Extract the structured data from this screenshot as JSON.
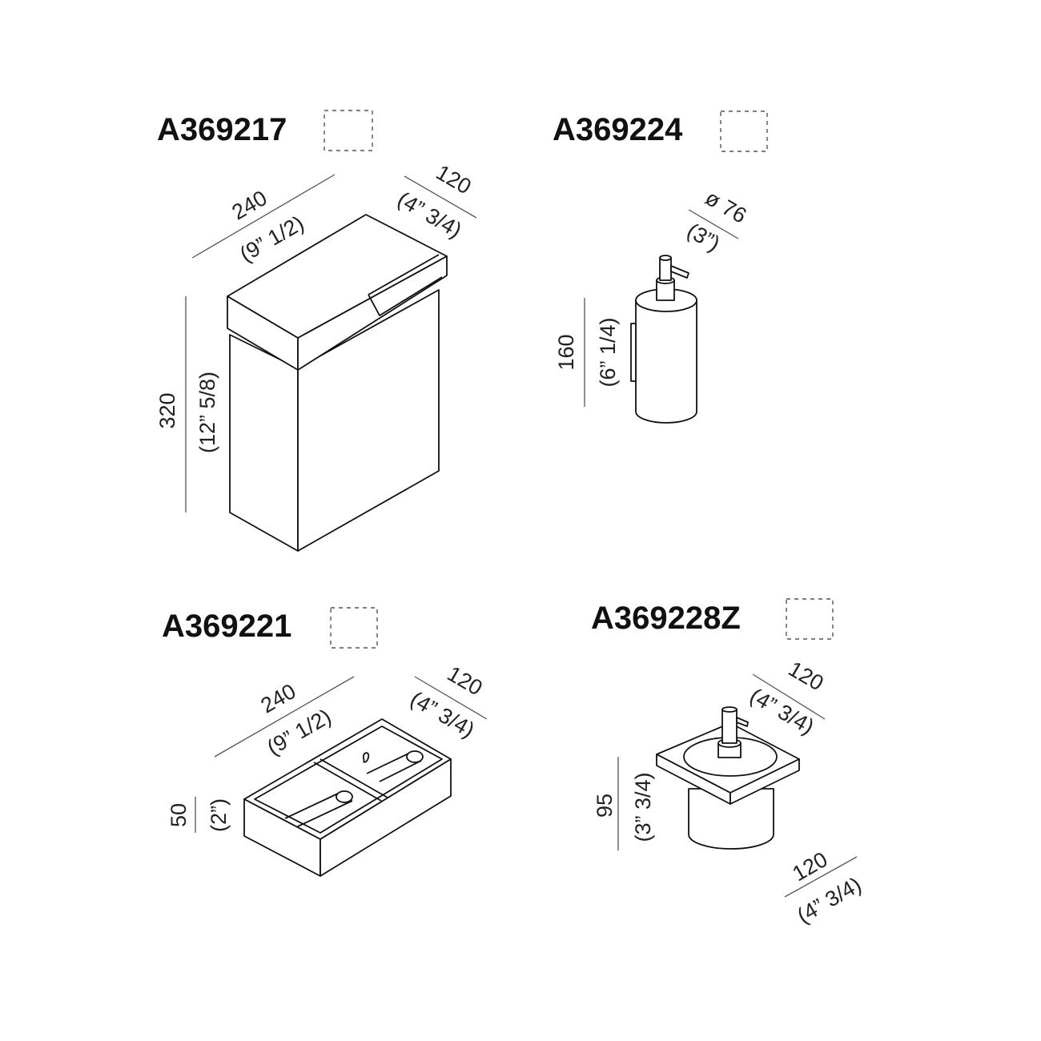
{
  "products": [
    {
      "code": "A369217",
      "dims": {
        "width_mm": "240",
        "width_in": "(9” 1/2)",
        "depth_mm": "120",
        "depth_in": "(4” 3/4)",
        "height_mm": "320",
        "height_in": "(12” 5/8)"
      }
    },
    {
      "code": "A369224",
      "dims": {
        "diameter_mm": "ø 76",
        "diameter_in": "(3”)",
        "height_mm": "160",
        "height_in": "(6” 1/4)"
      }
    },
    {
      "code": "A369221",
      "dims": {
        "width_mm": "240",
        "width_in": "(9” 1/2)",
        "depth_mm": "120",
        "depth_in": "(4” 3/4)",
        "height_mm": "50",
        "height_in": "(2”)"
      }
    },
    {
      "code": "A369228Z",
      "dims": {
        "depth_mm": "120",
        "depth_in": "(4” 3/4)",
        "height_mm": "95",
        "height_in": "(3” 3/4)",
        "width_mm": "120",
        "width_in": "(4” 3/4)"
      }
    }
  ]
}
